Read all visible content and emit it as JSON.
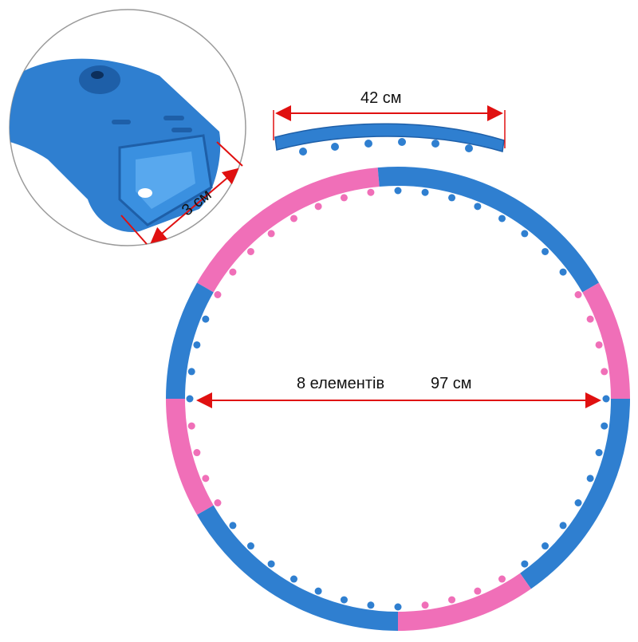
{
  "labels": {
    "segment_length": "42 см",
    "elements_count": "8 елементів",
    "diameter": "97 см",
    "tube_width": "3 см"
  },
  "colors": {
    "blue": "#2f7fd0",
    "blue_dark": "#1e5fa8",
    "pink": "#f06fb8",
    "pink_dark": "#d94a9a",
    "arrow": "#e01010",
    "circle_border": "#9a9a9a"
  }
}
